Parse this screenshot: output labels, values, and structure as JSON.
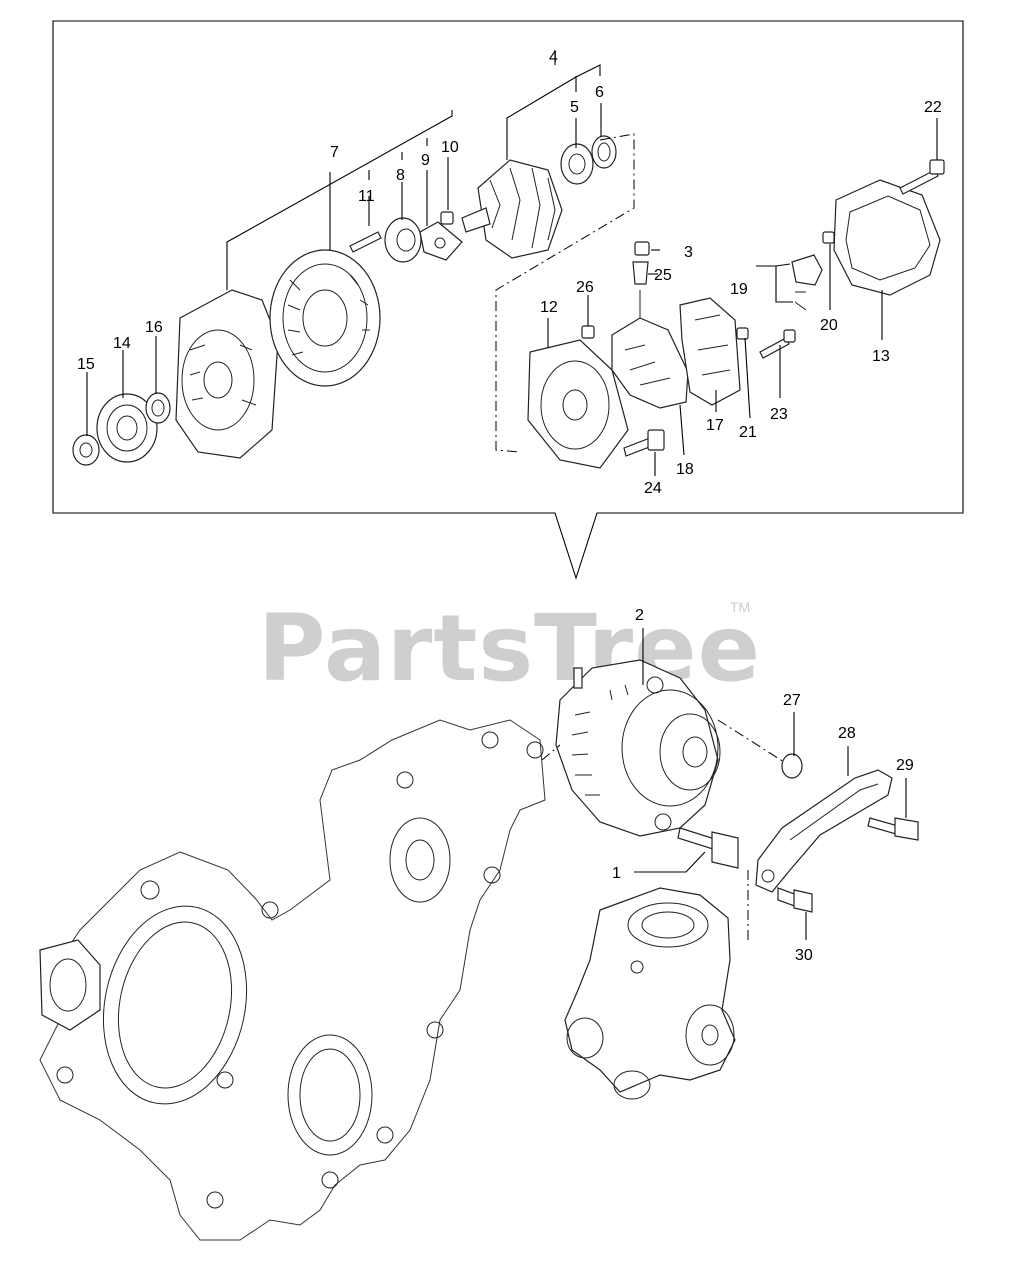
{
  "watermark": {
    "text": "PartsTree",
    "trademark": "TM"
  },
  "callouts": {
    "c1": "1",
    "c2": "2",
    "c3": "3",
    "c4": "4",
    "c5": "5",
    "c6": "6",
    "c7": "7",
    "c8": "8",
    "c9": "9",
    "c10": "10",
    "c11": "11",
    "c12": "12",
    "c13": "13",
    "c14": "14",
    "c15": "15",
    "c16": "16",
    "c17": "17",
    "c18": "18",
    "c19": "19",
    "c20": "20",
    "c21": "21",
    "c22": "22",
    "c23": "23",
    "c24": "24",
    "c25": "25",
    "c26": "26",
    "c27": "27",
    "c28": "28",
    "c29": "29",
    "c30": "30"
  }
}
